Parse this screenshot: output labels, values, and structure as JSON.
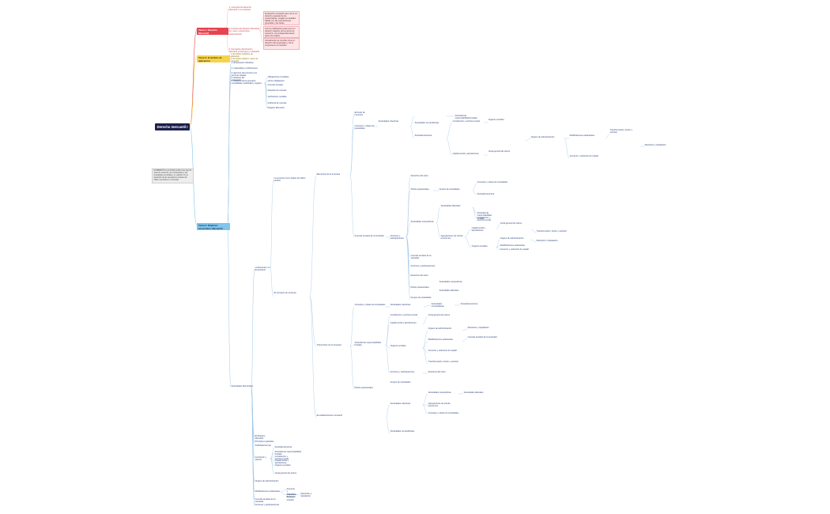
{
  "root": "Derecho mercantil I",
  "note": "El DERECHO es el ámbito jurídico que rige los actos de comercio, los comerciantes y las sociedades mercantiles, en relación con el desarrollo de las operaciones propias del tráfico mercantil en el mercado.",
  "branches": {
    "red": "Tema 1. Derecho Mercantil",
    "yellow": "Tema 2. El ámbito de aplicación",
    "blue": "Tema 3. Régimen económico. Mercantil"
  },
  "red_items": [
    "1. Concepto de Derecho Mercantil y su evolución",
    "2. Fuentes del Derecho Mercantil: ley, usos y costumbres, jurisprudencia",
    "3. Formación del Derecho Mercantil en Europa y en España"
  ],
  "red_notes": [
    "El derecho mercantil nace como un derecho especial de los comerciantes, surgido en la Edad Media con las corporaciones gremiales y las ferias.",
    "Con la codificación pasa a ser un derecho objetivo de los actos de comercio, con independencia de quien los realice.",
    "Actualmente se concibe como el derecho del empresario y de la empresa en el mercado."
  ],
  "yellow_items": [
    "1. El ámbito subjetivo de aplicación",
    "2. El ámbito objetivo: actos de comercio"
  ],
  "blue_l1": [
    "1. Empresario individual",
    "2. Capacidad y prohibiciones",
    "3. Ejercicio del comercio por persona casada",
    "4. Estatuto del empresario",
    "5. Deberes del empresario: contabilidad, publicidad y registro"
  ],
  "blue_l2": [
    "Obligaciones contables",
    "Libros obligatorios",
    "Cuentas anuales",
    "Depósito de cuentas",
    "Verificación contable",
    "Auditoría de cuentas",
    "Registro Mercantil"
  ],
  "center_labels": [
    "La Empresa y el Empresario",
    "Sociedades Mercantiles",
    "El concepto de empresa",
    "La empresa como objeto de tráfico jurídico",
    "Elementos de la empresa",
    "Transmisión de la empresa",
    "El establecimiento mercantil",
    "El fondo de comercio"
  ],
  "deep_text": [
    "Concepto y clases de sociedades",
    "Sociedades colectivas",
    "Sociedades comanditarias",
    "Sociedad anónima",
    "Sociedad de responsabilidad limitada",
    "Constitución y escritura social",
    "Capital social y aportaciones",
    "Órganos sociales",
    "Junta general de socios",
    "Órgano de administración",
    "Modificaciones estatutarias",
    "Aumento y reducción de capital",
    "Transformación, fusión y escisión",
    "Disolución y liquidación",
    "Cuentas anuales de la sociedad",
    "Acciones y participaciones",
    "Derechos del socio",
    "Pactos parasociales",
    "Grupos de sociedades",
    "Sociedades cooperativas",
    "Sociedades laborales",
    "Agrupaciones de interés económico"
  ],
  "bottom_items": [
    "El Registro Mercantil",
    "Principios registrales",
    "Publicidad formal",
    "Inscripción y efectos"
  ],
  "colors": {
    "root": "#1c1f4a",
    "red": "#e8434f",
    "yellow": "#f6d34a",
    "blue": "#7fc5ec",
    "line_blue": "#9fc7ea",
    "line_red": "#f2a0a7"
  }
}
